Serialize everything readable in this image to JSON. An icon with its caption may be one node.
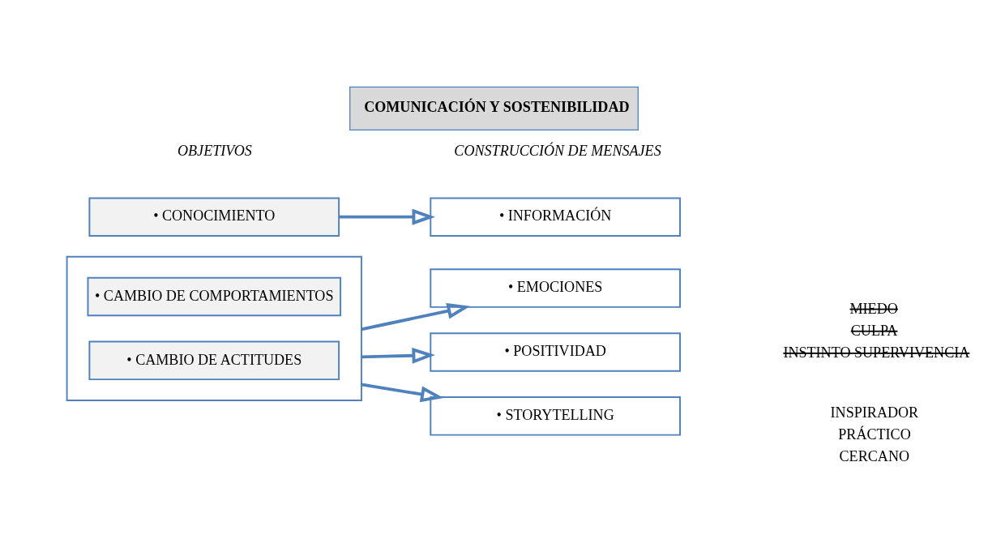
{
  "diagram": {
    "title": "COMUNICACIÓN Y SOSTENIBILIDAD",
    "nodes": [
      {
        "text": [
          "• CONOCIMIENTO"
        ]
      },
      {
        "text": [
          "• INFORMACIÓN"
        ]
      },
      {
        "text": [],
        "shape": "box"
      },
      {
        "text": [
          "• CAMBIO DE ACTITUDES"
        ],
        "in": 2
      },
      {
        "text": [
          "• CAMBIO DE COMPORTAMIENTOS"
        ],
        "in": 2
      },
      {
        "text": [
          "• EMOCIONES"
        ]
      },
      {
        "text": [
          "• POSITIVIDAD"
        ],
        "beside": [
          "MIEDO",
          "CULPA",
          "INSTINTO SUPERVIVENCIA"
        ]
      },
      {
        "text": [
          "• STORYTELLING"
        ],
        "beside": [
          "INSPIRADOR",
          "PRÁCTICO",
          "CERCANO"
        ]
      }
    ],
    "edges": [
      {
        "from": 0,
        "to": 1,
        "arrow": "to"
      },
      {
        "from": 2,
        "to": 5,
        "arrow": "to"
      },
      {
        "from": 2,
        "to": 6,
        "arrow": "to"
      },
      {
        "from": 2,
        "to": 7,
        "arrow": "to"
      }
    ],
    "labels": [
      "OBJETIVOS",
      "CONSTRUCCIÓN DE MENSAJES"
    ]
  }
}
